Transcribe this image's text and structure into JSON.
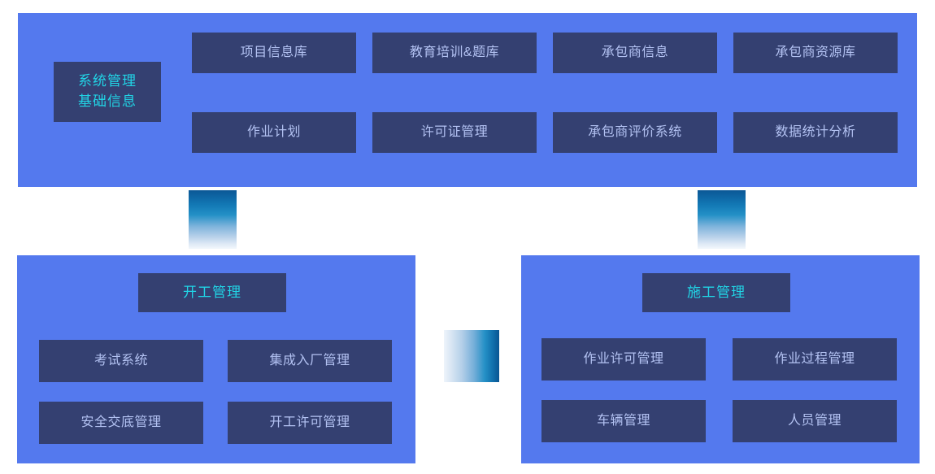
{
  "colors": {
    "panel_blue": "#5479ee",
    "card_navy": "#344071",
    "label_text": "#b3c2f2",
    "title_text": "#21d5e6",
    "page_background": "#ffffff",
    "connector_dark": "#0b5796",
    "connector_light": "#f2f7fc"
  },
  "top_panel": {
    "title_card": {
      "line1": "系统管理",
      "line2": "基础信息"
    },
    "cards_row1": [
      {
        "label": "项目信息库"
      },
      {
        "label": "教育培训&题库"
      },
      {
        "label": "承包商信息"
      },
      {
        "label": "承包商资源库"
      }
    ],
    "cards_row2": [
      {
        "label": "作业计划"
      },
      {
        "label": "许可证管理"
      },
      {
        "label": "承包商评价系统"
      },
      {
        "label": "数据统计分析"
      }
    ]
  },
  "left_panel": {
    "title_card": {
      "label": "开工管理"
    },
    "cards": [
      {
        "label": "考试系统"
      },
      {
        "label": "集成入厂管理"
      },
      {
        "label": "安全交底管理"
      },
      {
        "label": "开工许可管理"
      }
    ]
  },
  "right_panel": {
    "title_card": {
      "label": "施工管理"
    },
    "cards": [
      {
        "label": "作业许可管理"
      },
      {
        "label": "作业过程管理"
      },
      {
        "label": "车辆管理"
      },
      {
        "label": "人员管理"
      }
    ]
  }
}
